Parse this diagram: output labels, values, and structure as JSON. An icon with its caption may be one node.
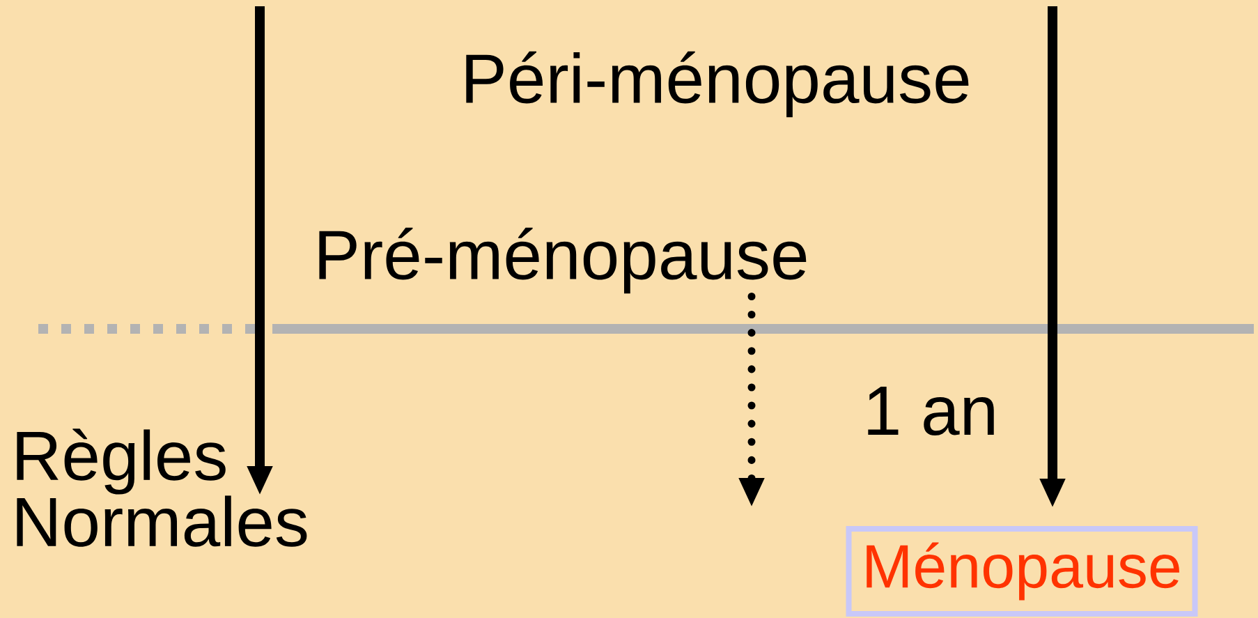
{
  "diagram": {
    "nodes": [
      {
        "text": [
          "Pré-ménopause"
        ]
      },
      {
        "text": [
          "Règles Normales"
        ]
      },
      {
        "text": [
          "Ménopause"
        ]
      }
    ],
    "edges": [
      {
        "from": null,
        "to": 1,
        "arrow": "to"
      },
      {
        "from": null,
        "to": 2,
        "arrow": "to"
      },
      {
        "from": 0,
        "to": null,
        "arrow": "to",
        "style": "dashed"
      }
    ],
    "labels": [
      "Péri-ménopause",
      "1 an"
    ]
  }
}
